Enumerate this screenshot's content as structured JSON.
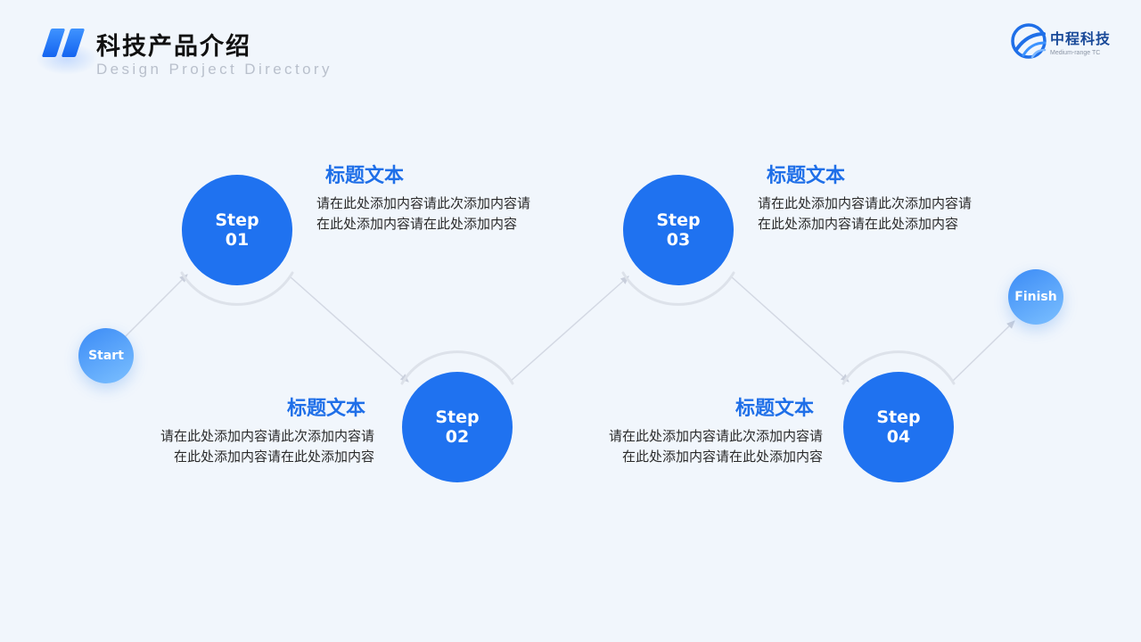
{
  "header": {
    "title": "科技产品介绍",
    "subtitle": "Design Project Directory"
  },
  "logo": {
    "name": "中程科技",
    "tagline": "Medium-range TC"
  },
  "colors": {
    "accent": "#1f72f0",
    "heading": "#1f6fe8",
    "connector": "#d3d8e3",
    "background": "#f1f6fc"
  },
  "flow": {
    "start_label": "Start",
    "finish_label": "Finish",
    "steps": [
      {
        "word": "Step",
        "number": "01",
        "title": "标题文本",
        "line1": "请在此处添加内容请此次添加内容请",
        "line2": "在此处添加内容请在此处添加内容"
      },
      {
        "word": "Step",
        "number": "02",
        "title": "标题文本",
        "line1": "请在此处添加内容请此次添加内容请",
        "line2": "在此处添加内容请在此处添加内容"
      },
      {
        "word": "Step",
        "number": "03",
        "title": "标题文本",
        "line1": "请在此处添加内容请此次添加内容请",
        "line2": "在此处添加内容请在此处添加内容"
      },
      {
        "word": "Step",
        "number": "04",
        "title": "标题文本",
        "line1": "请在此处添加内容请此次添加内容请",
        "line2": "在此处添加内容请在此处添加内容"
      }
    ]
  }
}
